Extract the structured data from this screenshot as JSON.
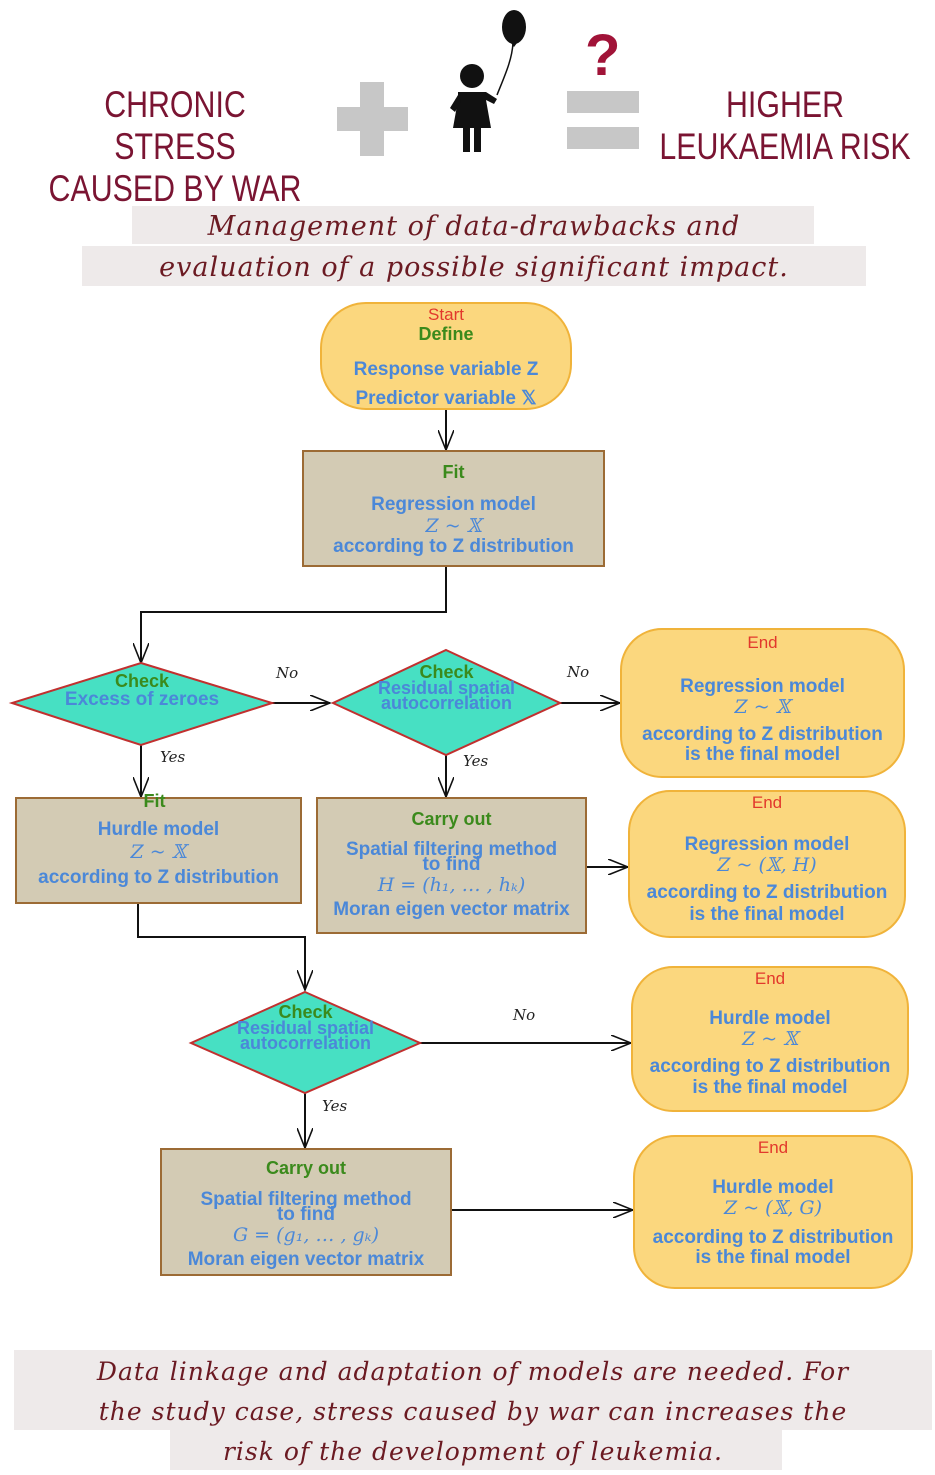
{
  "header": {
    "left_line1": "CHRONIC STRESS",
    "left_line2": "CAUSED BY WAR",
    "question_mark": "?",
    "right_line1": "HIGHER",
    "right_line2": "LEUKAEMIA RISK",
    "colors": {
      "text": "#7a1432",
      "symbols": "#c7c7c7",
      "question": "#a11338"
    }
  },
  "subtitle": {
    "line1": "Management of data-drawbacks and",
    "line2": "evaluation of a possible significant impact."
  },
  "nodes": {
    "start": {
      "tag": "Start",
      "head": "Define",
      "l1": "Response variable Z",
      "l2": "Predictor variable 𝕏"
    },
    "fit1": {
      "head": "Fit",
      "l1": "Regression model",
      "l2": "Z ~ 𝕏",
      "l3": "according to Z  distribution"
    },
    "check1": {
      "head": "Check",
      "l1": "Excess of zeroes"
    },
    "check2": {
      "head": "Check",
      "l1": "Residual spatial",
      "l2": "autocorrelation"
    },
    "end1": {
      "tag": "End",
      "l1": "Regression model",
      "l2": "Z ~ 𝕏",
      "l3": "according to Z  distribution",
      "l4": "is the final model"
    },
    "fit2": {
      "head": "Fit",
      "l1": "Hurdle model",
      "l2": "Z ~ 𝕏",
      "l3": "according to Z  distribution"
    },
    "carry1": {
      "head": "Carry out",
      "l1": "Spatial filtering method",
      "l2": "to find",
      "l3": "H = (h₁, … , hₖ)",
      "l4": "Moran eigen vector matrix"
    },
    "end2": {
      "tag": "End",
      "l1": "Regression model",
      "l2": "Z ~ (𝕏, H)",
      "l3": "according to Z  distribution",
      "l4": "is the final model"
    },
    "check3": {
      "head": "Check",
      "l1": "Residual spatial",
      "l2": "autocorrelation"
    },
    "end3": {
      "tag": "End",
      "l1": "Hurdle model",
      "l2": "Z ~ 𝕏",
      "l3": "according to Z  distribution",
      "l4": "is the final model"
    },
    "carry2": {
      "head": "Carry out",
      "l1": "Spatial filtering method",
      "l2": "to find",
      "l3": "G = (g₁, … , gₖ)",
      "l4": "Moran eigen vector matrix"
    },
    "end4": {
      "tag": "End",
      "l1": "Hurdle model",
      "l2": "Z ~ (𝕏, G)",
      "l3": "according to Z  distribution",
      "l4": "is the final model"
    }
  },
  "edge_labels": {
    "no": "No",
    "yes": "Yes"
  },
  "footer": {
    "line1": "Data linkage and adaptation of models are needed. For",
    "line2": "the study case, stress caused by war can increases the",
    "line3": "risk of the development of leukemia."
  },
  "colors": {
    "terminal_fill": "#fbd77e",
    "terminal_border": "#f0b33a",
    "process_fill": "#d3cbb4",
    "process_border": "#9c6b35",
    "decision_fill": "#47e0c3",
    "decision_border": "#c1302f",
    "blue_text": "#4b88d8",
    "green_text": "#3b8a1c",
    "red_text": "#e2382c"
  }
}
